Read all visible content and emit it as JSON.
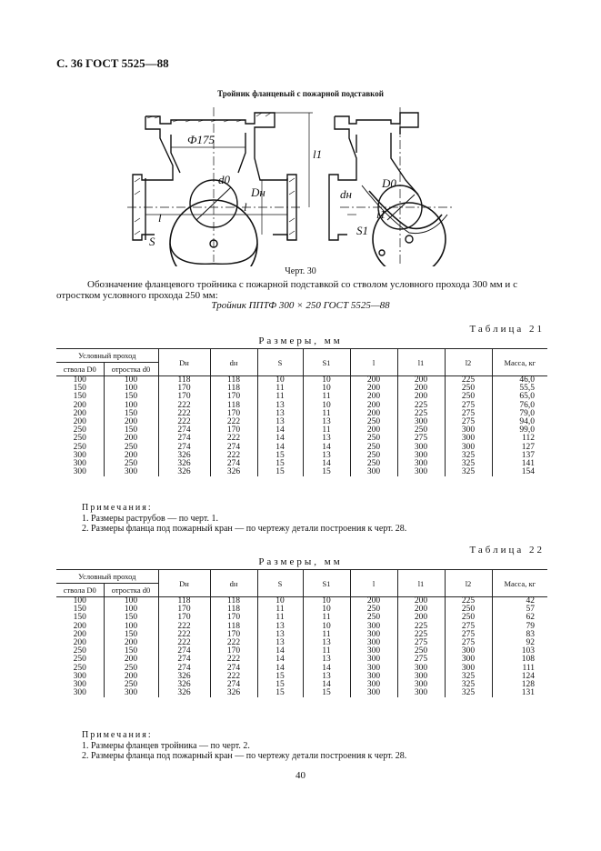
{
  "header": "С. 36 ГОСТ 5525—88",
  "figure": {
    "title": "Тройник фланцевый с пожарной подставкой",
    "labels": {
      "phi": "Ф175",
      "l1": "l1",
      "d0": "d0",
      "Dn": "Dн",
      "l": "l",
      "S": "S",
      "dn": "dн",
      "D0": "D0",
      "S1": "S1"
    },
    "caption": "Черт. 30"
  },
  "designation": {
    "text": "Обозначение фланцевого тройника с пожарной подставкой со стволом условного прохода 300 мм и с отростком условного прохода 250 мм:",
    "example": "Тройник ППТФ 300 × 250 ГОСТ 5525—88"
  },
  "table21": {
    "label": "Таблица 21",
    "subtitle": "Размеры, мм",
    "header": {
      "group": "Условный проход",
      "col1": "ствола D0",
      "col2": "отростка d0",
      "Dn": "Dн",
      "dn": "dн",
      "S": "S",
      "S1": "S1",
      "l": "l",
      "l1": "l1",
      "l2": "l2",
      "mass": "Масса, кг"
    },
    "rows": [
      [
        "100",
        "100",
        "118",
        "118",
        "10",
        "10",
        "200",
        "200",
        "225",
        "46,0"
      ],
      [
        "150",
        "100",
        "170",
        "118",
        "11",
        "10",
        "200",
        "200",
        "250",
        "55,5"
      ],
      [
        "150",
        "150",
        "170",
        "170",
        "11",
        "11",
        "200",
        "200",
        "250",
        "65,0"
      ],
      [
        "200",
        "100",
        "222",
        "118",
        "13",
        "10",
        "200",
        "225",
        "275",
        "76,0"
      ],
      [
        "200",
        "150",
        "222",
        "170",
        "13",
        "11",
        "200",
        "225",
        "275",
        "79,0"
      ],
      [
        "200",
        "200",
        "222",
        "222",
        "13",
        "13",
        "250",
        "300",
        "275",
        "94,0"
      ],
      [
        "250",
        "150",
        "274",
        "170",
        "14",
        "11",
        "200",
        "250",
        "300",
        "99,0"
      ],
      [
        "250",
        "200",
        "274",
        "222",
        "14",
        "13",
        "250",
        "275",
        "300",
        "112"
      ],
      [
        "250",
        "250",
        "274",
        "274",
        "14",
        "14",
        "250",
        "300",
        "300",
        "127"
      ],
      [
        "300",
        "200",
        "326",
        "222",
        "15",
        "13",
        "250",
        "300",
        "325",
        "137"
      ],
      [
        "300",
        "250",
        "326",
        "274",
        "15",
        "14",
        "250",
        "300",
        "325",
        "141"
      ],
      [
        "300",
        "300",
        "326",
        "326",
        "15",
        "15",
        "300",
        "300",
        "325",
        "154"
      ]
    ],
    "notes_title": "Примечания:",
    "notes": [
      "1. Размеры раструбов — по черт. 1.",
      "2. Размеры фланца под пожарный кран — по чертежу детали построения к черт. 28."
    ]
  },
  "table22": {
    "label": "Таблица 22",
    "subtitle": "Размеры, мм",
    "header": {
      "group": "Условный проход",
      "col1": "ствола D0",
      "col2": "отростка d0",
      "Dn": "Dн",
      "dn": "dн",
      "S": "S",
      "S1": "S1",
      "l": "l",
      "l1": "l1",
      "l2": "l2",
      "mass": "Масса, кг"
    },
    "rows": [
      [
        "100",
        "100",
        "118",
        "118",
        "10",
        "10",
        "200",
        "200",
        "225",
        "42"
      ],
      [
        "150",
        "100",
        "170",
        "118",
        "11",
        "10",
        "250",
        "200",
        "250",
        "57"
      ],
      [
        "150",
        "150",
        "170",
        "170",
        "11",
        "11",
        "250",
        "200",
        "250",
        "62"
      ],
      [
        "200",
        "100",
        "222",
        "118",
        "13",
        "10",
        "300",
        "225",
        "275",
        "79"
      ],
      [
        "200",
        "150",
        "222",
        "170",
        "13",
        "11",
        "300",
        "225",
        "275",
        "83"
      ],
      [
        "200",
        "200",
        "222",
        "222",
        "13",
        "13",
        "300",
        "275",
        "275",
        "92"
      ],
      [
        "250",
        "150",
        "274",
        "170",
        "14",
        "11",
        "300",
        "250",
        "300",
        "103"
      ],
      [
        "250",
        "200",
        "274",
        "222",
        "14",
        "13",
        "300",
        "275",
        "300",
        "108"
      ],
      [
        "250",
        "250",
        "274",
        "274",
        "14",
        "14",
        "300",
        "300",
        "300",
        "111"
      ],
      [
        "300",
        "200",
        "326",
        "222",
        "15",
        "13",
        "300",
        "300",
        "325",
        "124"
      ],
      [
        "300",
        "250",
        "326",
        "274",
        "15",
        "14",
        "300",
        "300",
        "325",
        "128"
      ],
      [
        "300",
        "300",
        "326",
        "326",
        "15",
        "15",
        "300",
        "300",
        "325",
        "131"
      ]
    ],
    "notes_title": "Примечания:",
    "notes": [
      "1. Размеры фланцев тройника — по черт. 2.",
      "2. Размеры фланца под пожарный кран — по чертежу детали построения к черт. 28."
    ]
  },
  "page_number": "40"
}
